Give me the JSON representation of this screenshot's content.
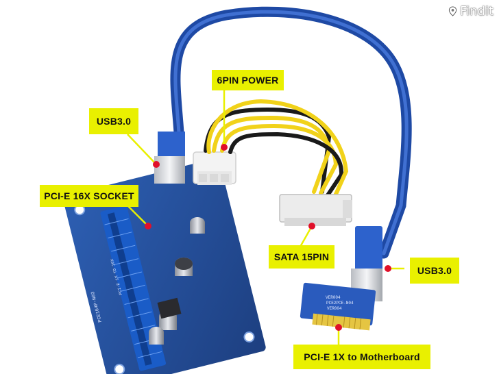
{
  "watermark": {
    "text": "Findit",
    "icon": "pin-icon"
  },
  "callouts": {
    "power": "6PIN POWER",
    "usb_left": "USB3.0",
    "pcie16": "PCI-E 16X SOCKET",
    "sata": "SATA 15PIN",
    "usb_right": "USB3.0",
    "pcie1": "PCI-E 1X to Motherboard"
  },
  "board_silkscreen": {
    "main_board": "PCE164P-N03",
    "main_board_sub": "PCI-E 1X TO 16X",
    "adapter_line1": "VER004",
    "adapter_line2": "PCE2PCE-N04",
    "adapter_line3": "VER004"
  },
  "colors": {
    "callout_bg": "#e9f000",
    "pointer_dot": "#e0102a",
    "cable_blue": "#2f5fc4",
    "pcb_blue": "#244f9c",
    "slot_blue": "#1f63c9",
    "gold_contacts": "#e5c542",
    "wire_yellow": "#f1d21a",
    "wire_black": "#1a1a1a"
  }
}
